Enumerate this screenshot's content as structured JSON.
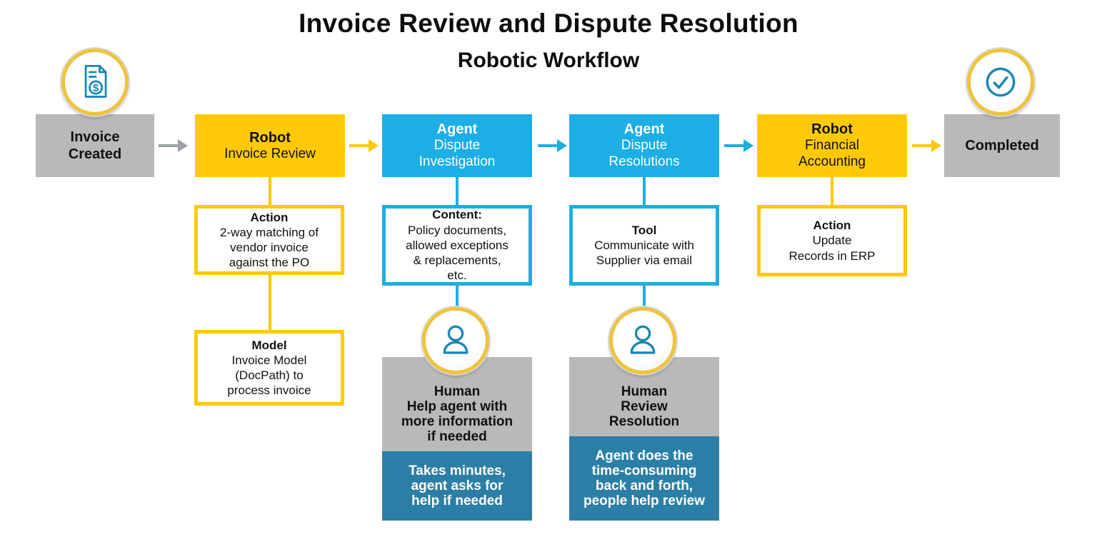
{
  "title": "Invoice Review and Dispute Resolution",
  "subtitle": "Robotic Workflow",
  "colors": {
    "yellow": "#FFC907",
    "blue": "#1CAEE4",
    "teal": "#2B7FA6",
    "gray_box": "#B9B9B9",
    "icon_blue": "#1D87B4",
    "arrow_gray": "#9BA2A6",
    "ring_yellow": "#EEC43C"
  },
  "nodes": {
    "start": {
      "label": "Invoice\nCreated",
      "icon": "invoice-dollar-icon"
    },
    "end": {
      "label": "Completed",
      "icon": "check-circle-icon"
    }
  },
  "steps": [
    {
      "role": "Robot",
      "task": "Invoice Review",
      "style": "yellow"
    },
    {
      "role": "Agent",
      "task": "Dispute\nInvestigation",
      "style": "blue"
    },
    {
      "role": "Agent",
      "task": "Dispute\nResolutions",
      "style": "blue"
    },
    {
      "role": "Robot",
      "task": "Financial\nAccounting",
      "style": "yellow"
    }
  ],
  "detail_boxes": [
    {
      "heading": "Action",
      "body": "2-way matching of\nvendor invoice\nagainst the PO",
      "style": "yellow"
    },
    {
      "heading": "Model",
      "body": "Invoice Model\n(DocPath) to\nprocess invoice",
      "style": "yellow"
    },
    {
      "heading": "Content:",
      "body": "Policy documents,\nallowed exceptions\n& replacements,\netc.",
      "style": "blue"
    },
    {
      "heading": "Tool",
      "body": "Communicate with\nSupplier via email",
      "style": "blue"
    },
    {
      "heading": "Action",
      "body": "Update\nRecords in ERP",
      "style": "yellow"
    }
  ],
  "human_cards": [
    {
      "heading": "Human",
      "description": "Help agent with\nmore information\nif needed",
      "note": "Takes minutes,\nagent asks for\nhelp if needed",
      "icon": "person-icon"
    },
    {
      "heading": "Human",
      "description": "Review\nResolution",
      "note": "Agent does the\ntime-consuming\nback and forth,\npeople help review",
      "icon": "person-icon"
    }
  ],
  "icon_glyphs": {
    "dollar": "$"
  }
}
